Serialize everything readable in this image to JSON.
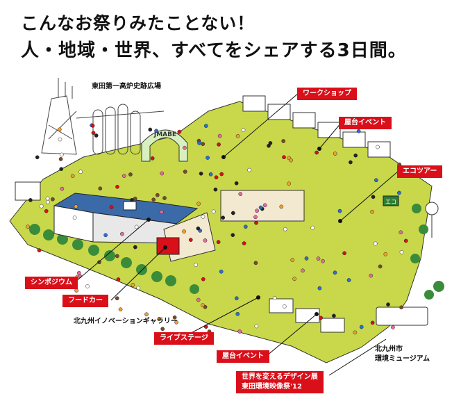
{
  "headline": {
    "line1": "こんなお祭りみたことない！",
    "line2": "人・地域・世界、すべてをシェアする3日間。"
  },
  "arch_sign": "JMABE",
  "eco_sign": "エコ",
  "labels": {
    "plaza": "東田第一高炉史跡広場",
    "workshop": "ワークショップ",
    "stall_event_top": "屋台イベント",
    "eco_tour": "エコツアー",
    "symposium": "シンポジウム",
    "food_car": "フードカー",
    "innovation_gallery": "北九州イノベーションギャラリー",
    "live_stage": "ライブステージ",
    "stall_event_bottom": "屋台イベント",
    "design_exhibit_line1": "世界を変えるデザイン展",
    "design_exhibit_line2": "東田環境映像祭'12",
    "museum_line1": "北九州市",
    "museum_line2": "環境ミュージアム"
  },
  "colors": {
    "accent_red": "#d9101a",
    "lawn_green": "#c8d84a",
    "roof_blue": "#3b6aa8"
  }
}
